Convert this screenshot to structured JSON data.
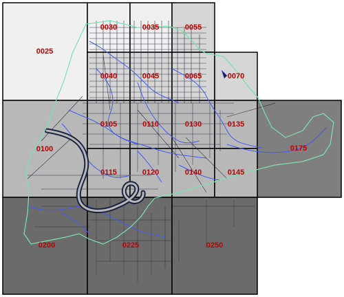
{
  "colors": {
    "tile_lightest": "#f0f0f0",
    "tile_light": "#d6d6d6",
    "tile_mid": "#b8b8b8",
    "tile_dark": "#7f7f7f",
    "tile_darkest": "#6b6b6b",
    "label": "#c00000",
    "boundary": "#7fe0b0",
    "road": "#1a1a2a",
    "water": "#4a5ae8",
    "river": "#1c2440"
  },
  "tiles": [
    {
      "id": "0025",
      "label": "0025",
      "shade": "lightest"
    },
    {
      "id": "0030",
      "label": "0030",
      "shade": "lightest"
    },
    {
      "id": "0035",
      "label": "0035",
      "shade": "lightest"
    },
    {
      "id": "0055",
      "label": "0055",
      "shade": "light"
    },
    {
      "id": "0040",
      "label": "0040",
      "shade": "light"
    },
    {
      "id": "0045",
      "label": "0045",
      "shade": "light"
    },
    {
      "id": "0065",
      "label": "0065",
      "shade": "light"
    },
    {
      "id": "0070",
      "label": "0070",
      "shade": "light"
    },
    {
      "id": "0100",
      "label": "0100",
      "shade": "mid"
    },
    {
      "id": "0105",
      "label": "0105",
      "shade": "mid"
    },
    {
      "id": "0110",
      "label": "0110",
      "shade": "mid"
    },
    {
      "id": "0130",
      "label": "0130",
      "shade": "mid"
    },
    {
      "id": "0135",
      "label": "0135",
      "shade": "mid"
    },
    {
      "id": "0175",
      "label": "0175",
      "shade": "dark"
    },
    {
      "id": "0115",
      "label": "0115",
      "shade": "mid"
    },
    {
      "id": "0120",
      "label": "0120",
      "shade": "mid"
    },
    {
      "id": "0140",
      "label": "0140",
      "shade": "mid"
    },
    {
      "id": "0145",
      "label": "0145",
      "shade": "mid"
    },
    {
      "id": "0200",
      "label": "0200",
      "shade": "darkest"
    },
    {
      "id": "0225",
      "label": "0225",
      "shade": "darkest"
    },
    {
      "id": "0250",
      "label": "0250",
      "shade": "darkest"
    }
  ]
}
